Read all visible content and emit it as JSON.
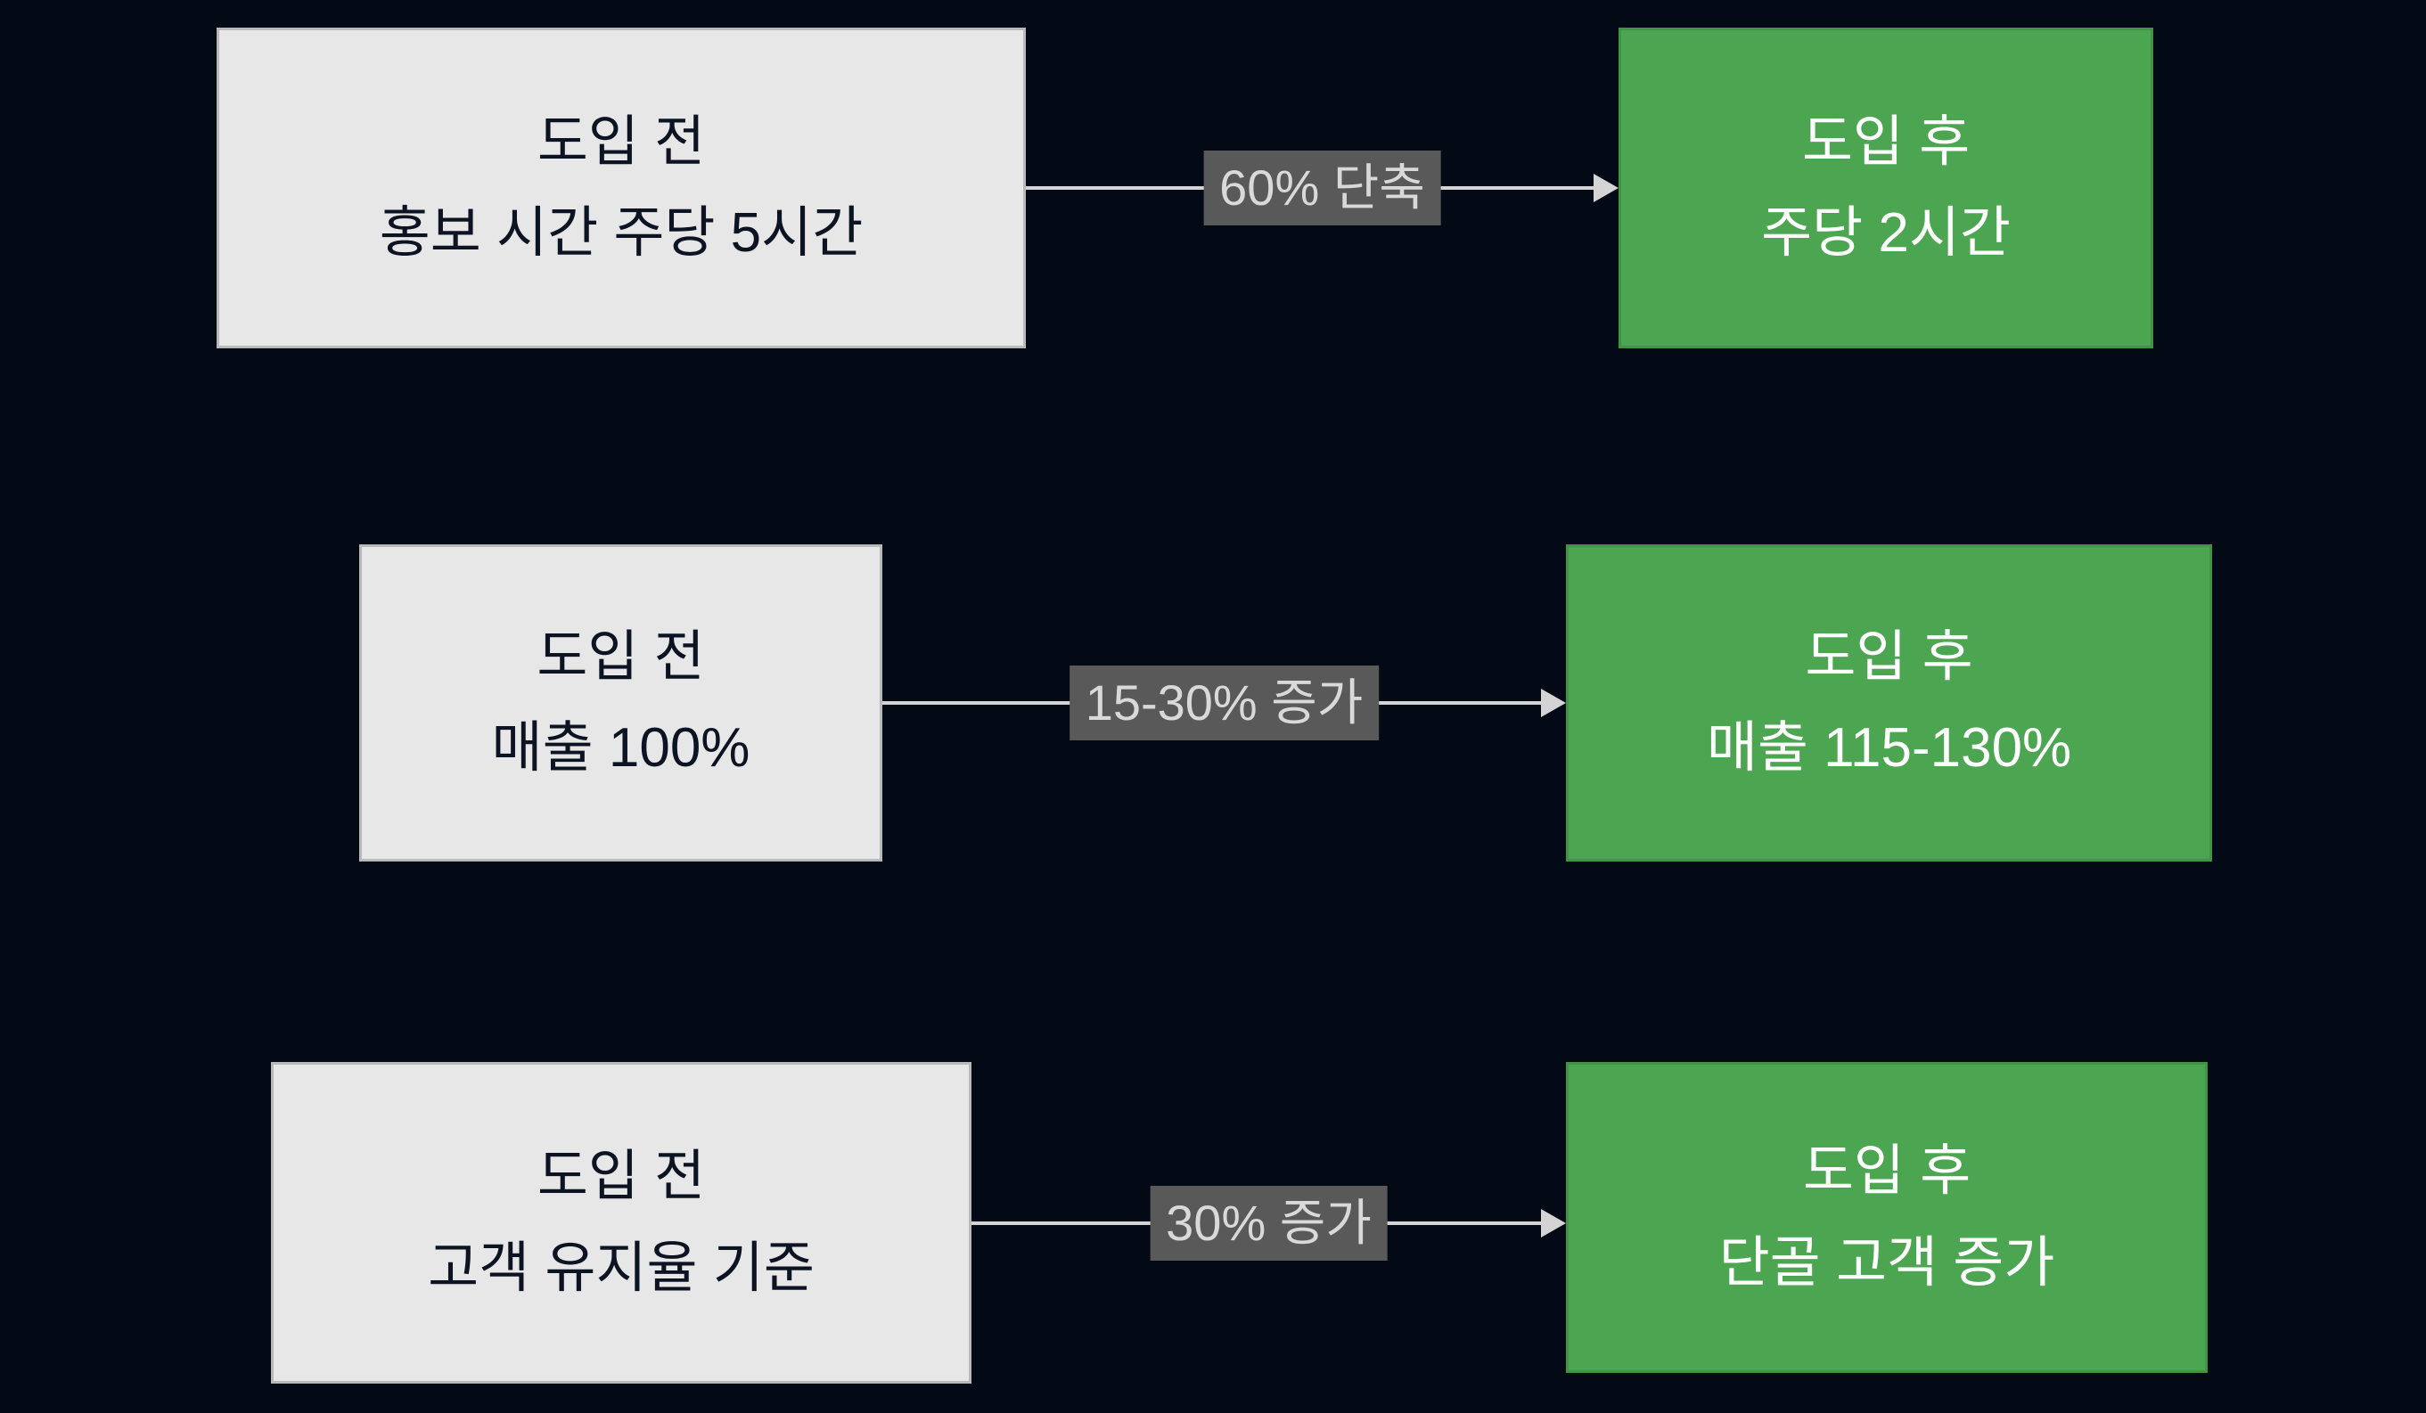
{
  "diagram": {
    "rows": [
      {
        "before": {
          "line1": "도입 전",
          "line2": "홍보 시간 주당 5시간"
        },
        "label": "60% 단축",
        "after": {
          "line1": "도입 후",
          "line2": "주당 2시간"
        }
      },
      {
        "before": {
          "line1": "도입 전",
          "line2": "매출 100%"
        },
        "label": "15-30% 증가",
        "after": {
          "line1": "도입 후",
          "line2": "매출 115-130%"
        }
      },
      {
        "before": {
          "line1": "도입 전",
          "line2": "고객 유지율 기준"
        },
        "label": "30% 증가",
        "after": {
          "line1": "도입 후",
          "line2": "단골 고객 증가"
        }
      }
    ],
    "colors": {
      "background": "#040a15",
      "before_fill": "#e8e7e7",
      "before_border": "#b9b9b9",
      "before_text": "#0c1322",
      "after_fill": "#4ca551",
      "after_border": "#419445",
      "after_text": "#ffffff",
      "label_bg": "#595959",
      "label_text": "#d9d9d9",
      "arrow": "#d4d4d4"
    }
  }
}
